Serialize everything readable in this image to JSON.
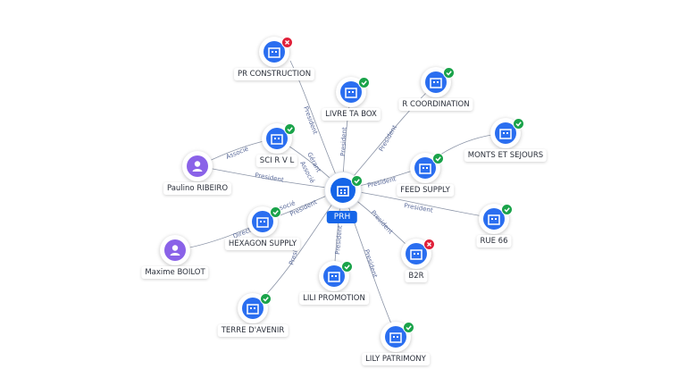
{
  "graph": {
    "center": {
      "label": "PRH",
      "status": "active",
      "icon": "building-icon"
    },
    "companies": [
      {
        "label": "PR CONSTRUCTION",
        "status": "closed"
      },
      {
        "label": "LIVRE TA BOX",
        "status": "active"
      },
      {
        "label": "R COORDINATION",
        "status": "active"
      },
      {
        "label": "MONTS ET SEJOURS",
        "status": "active"
      },
      {
        "label": "SCI R V L",
        "status": "active"
      },
      {
        "label": "FEED SUPPLY",
        "status": "active"
      },
      {
        "label": "RUE 66",
        "status": "active"
      },
      {
        "label": "HEXAGON SUPPLY",
        "status": "active"
      },
      {
        "label": "B2R",
        "status": "closed"
      },
      {
        "label": "LILI PROMOTION",
        "status": "active"
      },
      {
        "label": "TERRE D'AVENIR",
        "status": "active"
      },
      {
        "label": "LILY PATRIMONY",
        "status": "active"
      }
    ],
    "people": [
      {
        "label": "Paulino RIBEIRO",
        "icon": "person-icon"
      },
      {
        "label": "Maxime BOILOT",
        "icon": "person-icon"
      }
    ],
    "edge_labels": {
      "president": "President",
      "associe": "Associé",
      "gerant": "Gérant",
      "associe_truncated": "Associé",
      "directeur_truncated": "Direct",
      "president_truncated_a": "Pré",
      "president_truncated_b": "Presi"
    },
    "colors": {
      "accent": "#1565e8",
      "company": "#2a6ef0",
      "person": "#8a62e8",
      "active": "#1aa34a",
      "closed": "#e0213a",
      "edge": "#8a93a6"
    }
  }
}
